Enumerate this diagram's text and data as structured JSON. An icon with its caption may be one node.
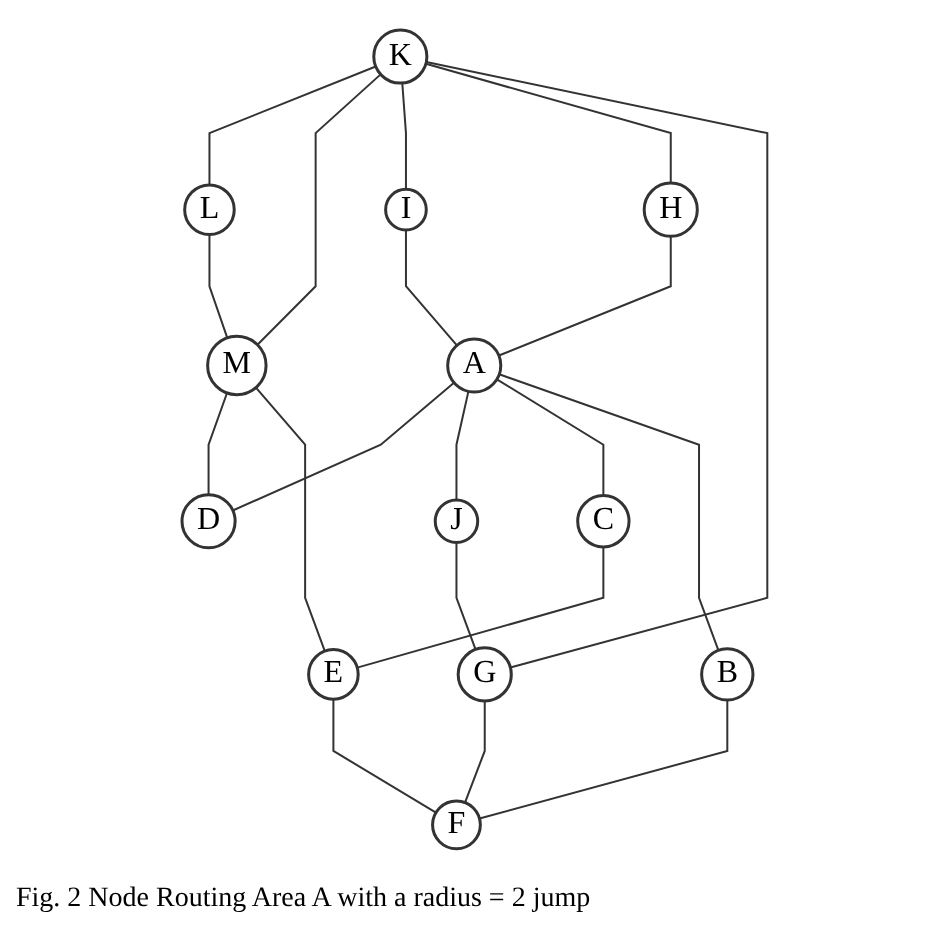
{
  "diagram": {
    "caption": "Fig. 2    Node Routing Area A with a radius = 2 jump",
    "nodes": [
      {
        "text": [
          "L"
        ]
      },
      {
        "text": [
          "K"
        ]
      },
      {
        "text": [
          "M"
        ]
      },
      {
        "text": [
          "H"
        ]
      },
      {
        "text": [
          "I"
        ]
      },
      {
        "text": [
          "A"
        ]
      },
      {
        "text": [
          "D"
        ]
      },
      {
        "text": [
          "J"
        ]
      },
      {
        "text": [
          "C"
        ]
      },
      {
        "text": [
          "G"
        ]
      },
      {
        "text": [
          "E"
        ]
      },
      {
        "text": [
          "B"
        ]
      },
      {
        "text": [
          "F"
        ]
      }
    ],
    "edges": [
      {
        "from": 1,
        "to": 0,
        "arrow": "none"
      },
      {
        "from": 1,
        "to": 2,
        "arrow": "none"
      },
      {
        "from": 0,
        "to": 2,
        "arrow": "none"
      },
      {
        "from": 1,
        "to": 4,
        "arrow": "none"
      },
      {
        "from": 1,
        "to": 3,
        "arrow": "none"
      },
      {
        "from": 4,
        "to": 5,
        "arrow": "none"
      },
      {
        "from": 3,
        "to": 5,
        "arrow": "none"
      },
      {
        "from": 5,
        "to": 6,
        "arrow": "none"
      },
      {
        "from": 2,
        "to": 6,
        "arrow": "none"
      },
      {
        "from": 5,
        "to": 7,
        "arrow": "none"
      },
      {
        "from": 5,
        "to": 8,
        "arrow": "none"
      },
      {
        "from": 5,
        "to": 11,
        "arrow": "none"
      },
      {
        "from": 7,
        "to": 9,
        "arrow": "none"
      },
      {
        "from": 8,
        "to": 10,
        "arrow": "none"
      },
      {
        "from": 2,
        "to": 10,
        "arrow": "none"
      },
      {
        "from": 11,
        "to": 12,
        "arrow": "none"
      },
      {
        "from": 1,
        "to": 9,
        "arrow": "none"
      },
      {
        "from": 9,
        "to": 12,
        "arrow": "none"
      },
      {
        "from": 10,
        "to": 12,
        "arrow": "none"
      }
    ]
  }
}
